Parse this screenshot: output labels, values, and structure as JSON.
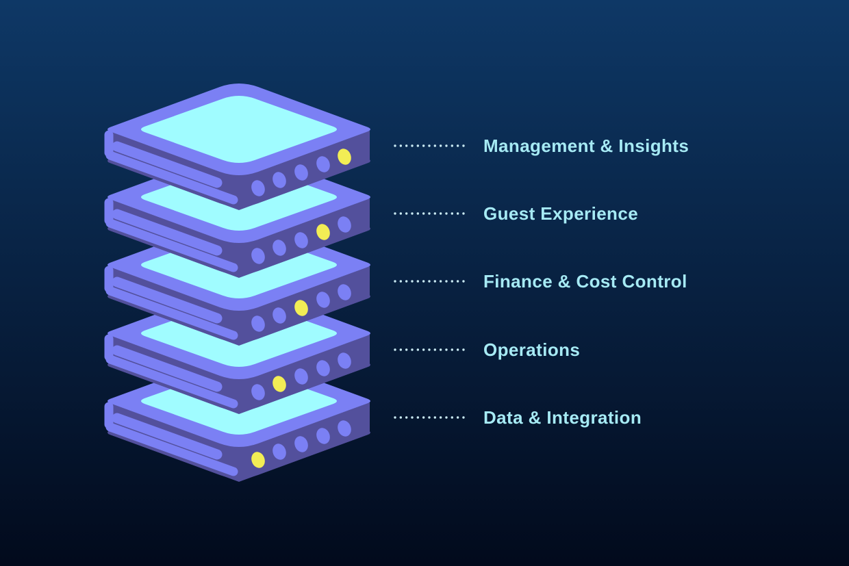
{
  "background": {
    "gradient_top": "#0E3866",
    "gradient_bottom": "#020A1C"
  },
  "stack": {
    "description_icon": "server-layer-icon",
    "dots_per_layer": 5,
    "colors": {
      "top_face": "#7B80F4",
      "top_panel": "#A0FCFF",
      "side_face": "#53509C",
      "accent": "#7B80F4",
      "active_dot": "#F2ED55"
    },
    "layers": [
      {
        "label": "Management & Insights",
        "yellow_dot_index": 4
      },
      {
        "label": "Guest Experience",
        "yellow_dot_index": 3
      },
      {
        "label": "Finance & Cost Control",
        "yellow_dot_index": 2
      },
      {
        "label": "Operations",
        "yellow_dot_index": 1
      },
      {
        "label": "Data & Integration",
        "yellow_dot_index": 0
      }
    ]
  },
  "labels": {
    "text_color": "#A6EAF4",
    "connector_color": "#C9E9F2"
  }
}
